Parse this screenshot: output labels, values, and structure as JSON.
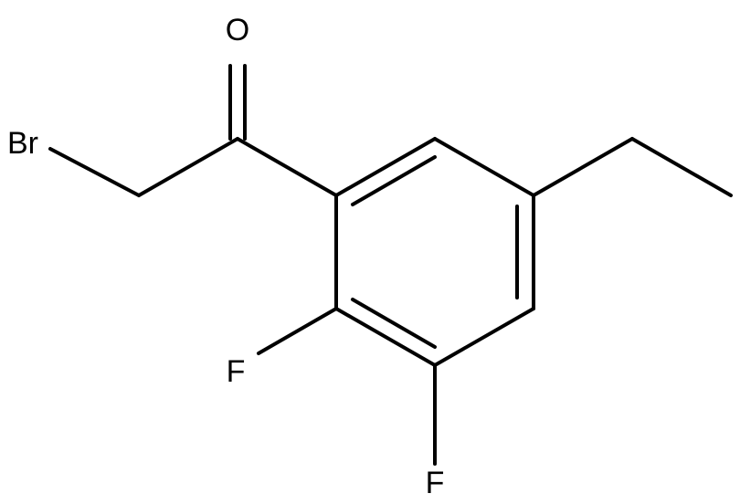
{
  "molecule": {
    "atoms": {
      "oxygen": "O",
      "bromine": "Br",
      "fluorine_upper": "F",
      "fluorine_lower": "F"
    }
  },
  "colors": {
    "bond": "#000000",
    "label": "#000000",
    "background": "#ffffff"
  }
}
